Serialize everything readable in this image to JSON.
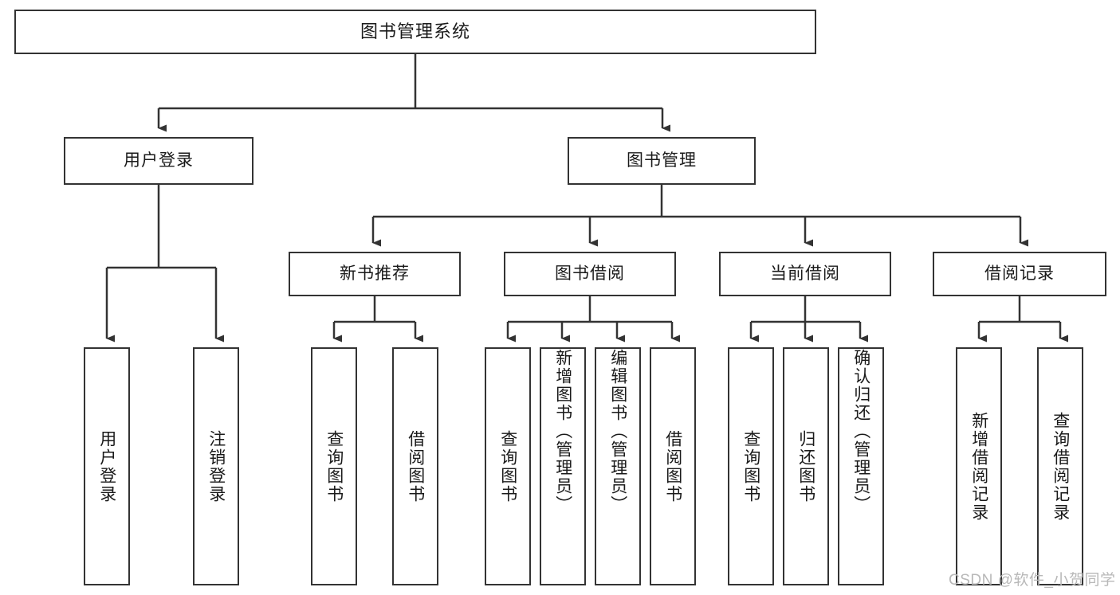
{
  "diagram": {
    "type": "tree",
    "title": "图书管理系统",
    "orientation": "top-down",
    "edge_color": "#333333",
    "node_border_color": "#333333",
    "node_fill_color": "#ffffff",
    "text_color": "#1a1a1a",
    "background": "#ffffff"
  },
  "nodes": {
    "root": {
      "label": "图书管理系统",
      "level": 0
    },
    "level1": [
      {
        "id": "user-login",
        "label": "用户登录"
      },
      {
        "id": "book-manage",
        "label": "图书管理"
      }
    ],
    "level2": [
      {
        "id": "new-book-recommend",
        "label": "新书推荐"
      },
      {
        "id": "book-borrow",
        "label": "图书借阅"
      },
      {
        "id": "current-borrow",
        "label": "当前借阅"
      },
      {
        "id": "borrow-record",
        "label": "借阅记录"
      }
    ],
    "leaves": {
      "user-login": [
        {
          "id": "leaf-user-login",
          "label": "用户登录"
        },
        {
          "id": "leaf-logout-login",
          "label": "注销登录"
        }
      ],
      "new-book-recommend": [
        {
          "id": "leaf-query-book-1",
          "label": "查询图书"
        },
        {
          "id": "leaf-borrow-book-1",
          "label": "借阅图书"
        }
      ],
      "book-borrow": [
        {
          "id": "leaf-query-book-2",
          "label": "查询图书"
        },
        {
          "id": "leaf-add-book",
          "label": "新增图书（管理员）"
        },
        {
          "id": "leaf-edit-book",
          "label": "编辑图书（管理员）"
        },
        {
          "id": "leaf-borrow-book-2",
          "label": "借阅图书"
        }
      ],
      "current-borrow": [
        {
          "id": "leaf-query-book-3",
          "label": "查询图书"
        },
        {
          "id": "leaf-return-book",
          "label": "归还图书"
        },
        {
          "id": "leaf-confirm-return",
          "label": "确认归还（管理员）"
        }
      ],
      "borrow-record": [
        {
          "id": "leaf-add-record",
          "label": "新增借阅记录"
        },
        {
          "id": "leaf-query-record",
          "label": "查询借阅记录"
        }
      ]
    }
  },
  "watermark": {
    "text": "CSDN @软件_小贺同学"
  }
}
